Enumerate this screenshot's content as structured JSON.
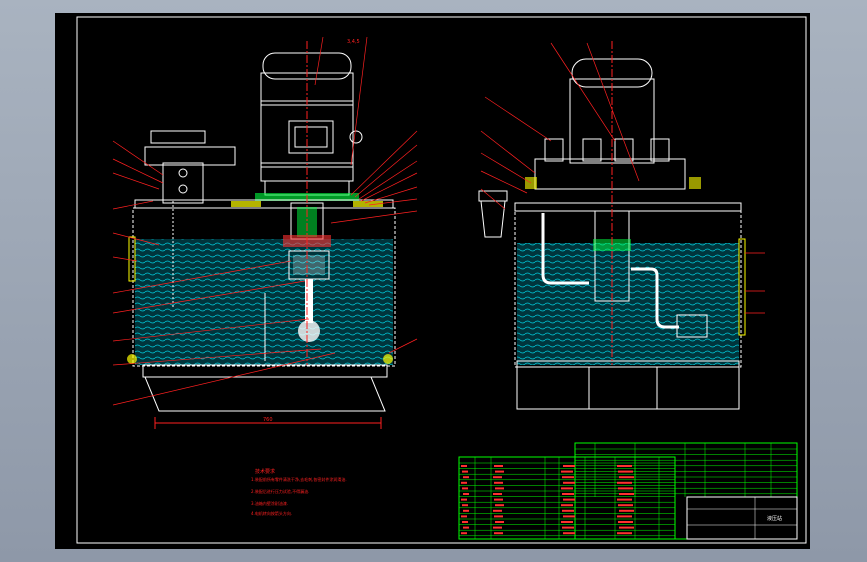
{
  "drawing": {
    "dimension_label": "760",
    "balloon_label": "3,4,5",
    "title": "液压站"
  },
  "notes": {
    "heading": "技术要求",
    "lines": [
      "1.装配前所有零件清洗干净,去毛刺,各密封件涂润滑油.",
      "2.装配后进行压力试验,不得漏油.",
      "3.油箱内壁涂耐油漆.",
      "4.电机转向按箭头方向."
    ]
  },
  "colors": {
    "sheet": "#000000",
    "frame": "#ffffff",
    "outline": "#ffffff",
    "leader": "#ff2020",
    "oil": "#00c8d8",
    "hatch": "#00ff40",
    "fitting": "#ffff00",
    "table_line": "#00ff00",
    "table_text": "#ff3030"
  }
}
